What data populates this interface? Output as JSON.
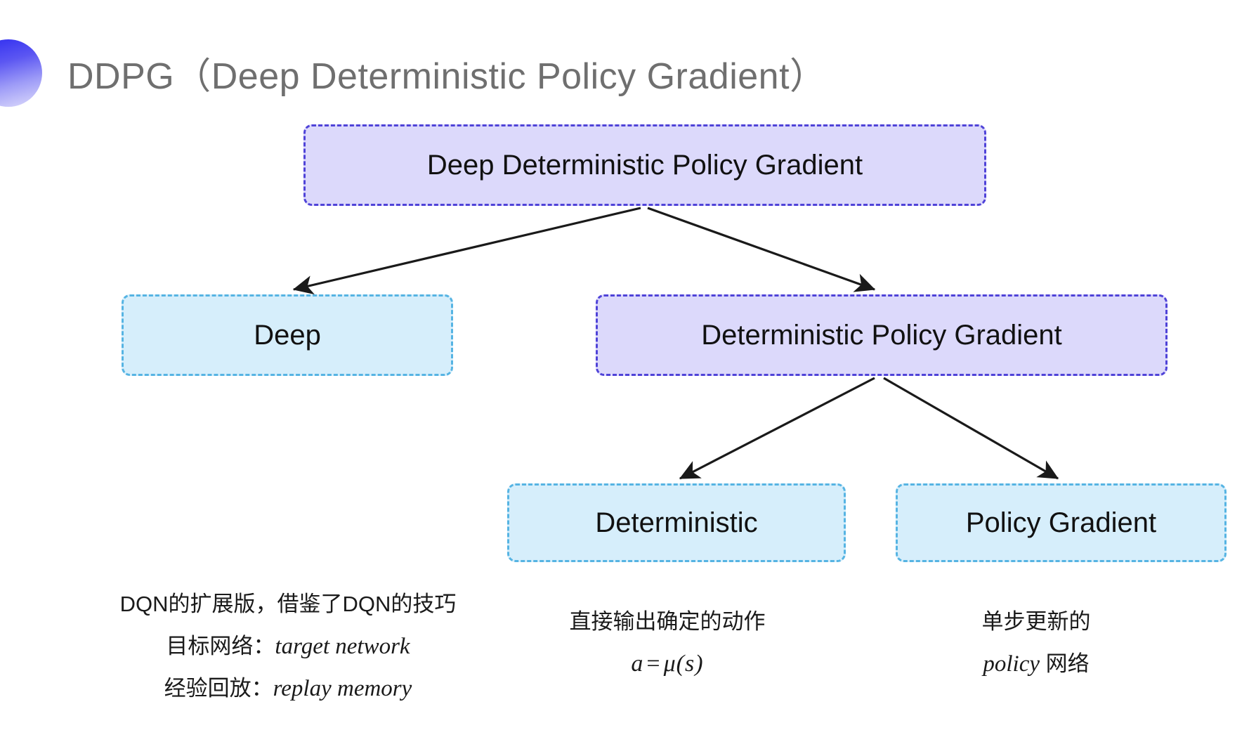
{
  "slide": {
    "title": "DDPG（Deep Deterministic Policy Gradient）",
    "background_color": "#ffffff",
    "title_color": "#6f6f6f",
    "accent_color": "#2d2bf0"
  },
  "colors": {
    "node_purple_fill": "#dcd9fb",
    "node_purple_border": "#4f43d8",
    "node_cyan_fill": "#d6eefb",
    "node_cyan_border": "#56b4e3",
    "arrow_color": "#1a1a1a",
    "text_color": "#111111"
  },
  "diagram": {
    "nodes": [
      {
        "id": "root",
        "label": "Deep Deterministic Policy Gradient",
        "style": "purple"
      },
      {
        "id": "deep",
        "label": "Deep",
        "style": "cyan"
      },
      {
        "id": "dpg",
        "label": "Deterministic Policy Gradient",
        "style": "purple"
      },
      {
        "id": "deterministic",
        "label": "Deterministic",
        "style": "cyan"
      },
      {
        "id": "policy_gradient",
        "label": "Policy Gradient",
        "style": "cyan"
      }
    ],
    "edges": [
      {
        "from": "root",
        "to": "deep"
      },
      {
        "from": "root",
        "to": "dpg"
      },
      {
        "from": "dpg",
        "to": "deterministic"
      },
      {
        "from": "dpg",
        "to": "policy_gradient"
      }
    ]
  },
  "annotations": {
    "deep": {
      "line1": "DQN的扩展版，借鉴了DQN的技巧",
      "line2_label": "目标网络：",
      "line2_term": "target network",
      "line3_label": "经验回放：",
      "line3_term": "replay memory"
    },
    "deterministic": {
      "line1": "直接输出确定的动作",
      "formula_lhs": "a",
      "formula_op": "=",
      "formula_rhs": "μ(s)"
    },
    "policy_gradient": {
      "line1": "单步更新的",
      "line2_term": "policy",
      "line2_suffix": " 网络"
    }
  }
}
